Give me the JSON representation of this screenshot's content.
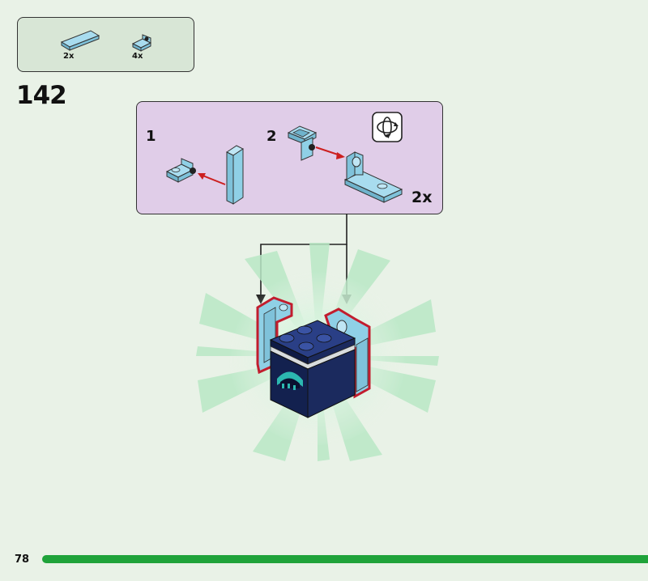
{
  "parts_list": {
    "items": [
      {
        "name": "light-blue-tile",
        "quantity": "2x"
      },
      {
        "name": "light-blue-bracket",
        "quantity": "4x"
      }
    ]
  },
  "step": {
    "number": "142"
  },
  "sub_assembly": {
    "substeps": [
      {
        "number": "1"
      },
      {
        "number": "2"
      }
    ],
    "multiplier": "2x",
    "rotate_icon": "rotate-model-icon"
  },
  "page": {
    "number": "78"
  },
  "colors": {
    "background": "#e9f2e7",
    "parts_box": "#d8e6d6",
    "sub_box": "#e0cde8",
    "light_blue": "#8fd0e6",
    "dark_blue": "#1b2a5e",
    "arrow_red": "#cc1f1f",
    "progress_green": "#1fa33a"
  }
}
